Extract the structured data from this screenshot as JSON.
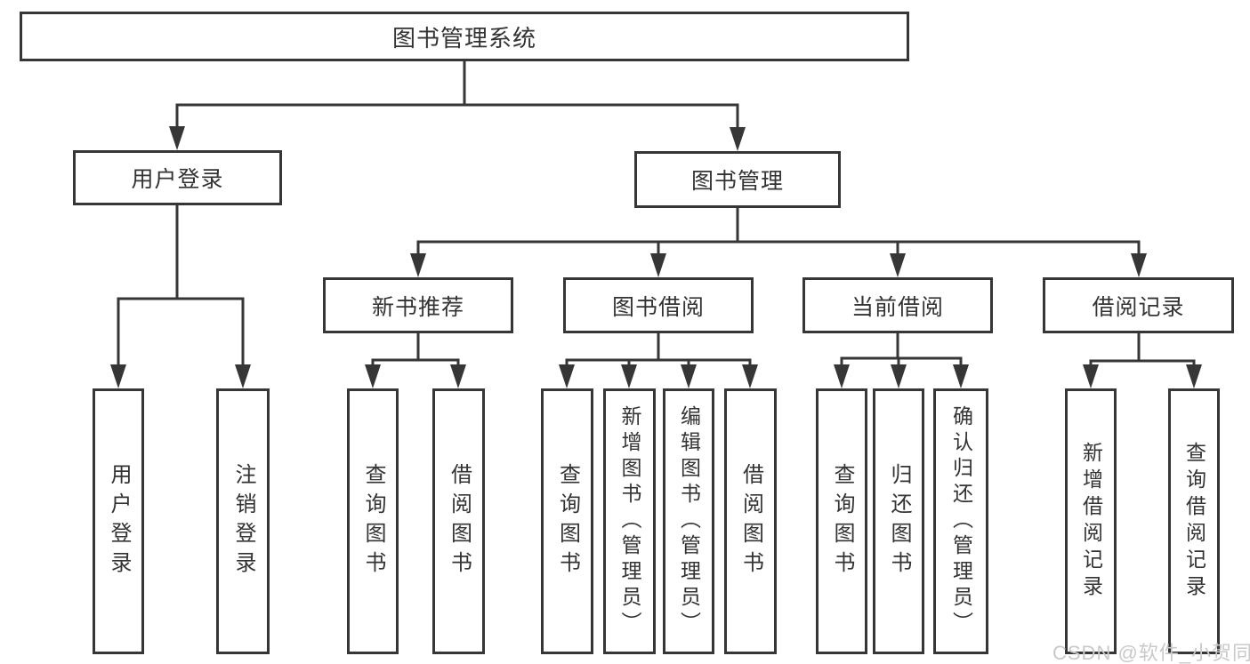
{
  "diagram_title": "图书管理系统",
  "watermark": "CSDN @软件_小贺同学",
  "colors": {
    "line": "#363636",
    "box_border": "#363636",
    "box_fill": "#ffffff",
    "text": "#333333",
    "watermark": "#c9c9c9",
    "background": "#ffffff"
  },
  "tree": {
    "label": "图书管理系统",
    "children": [
      {
        "label": "用户登录",
        "children": [
          {
            "label": "用户登录"
          },
          {
            "label": "注销登录"
          }
        ]
      },
      {
        "label": "图书管理",
        "children": [
          {
            "label": "新书推荐",
            "children": [
              {
                "label": "查询图书"
              },
              {
                "label": "借阅图书"
              }
            ]
          },
          {
            "label": "图书借阅",
            "children": [
              {
                "label": "查询图书"
              },
              {
                "label": "新增图书（管理员）"
              },
              {
                "label": "编辑图书（管理员）"
              },
              {
                "label": "借阅图书"
              }
            ]
          },
          {
            "label": "当前借阅",
            "children": [
              {
                "label": "查询图书"
              },
              {
                "label": "归还图书"
              },
              {
                "label": "确认归还（管理员）"
              }
            ]
          },
          {
            "label": "借阅记录",
            "children": [
              {
                "label": "新增借阅记录"
              },
              {
                "label": "查询借阅记录"
              }
            ]
          }
        ]
      }
    ]
  }
}
